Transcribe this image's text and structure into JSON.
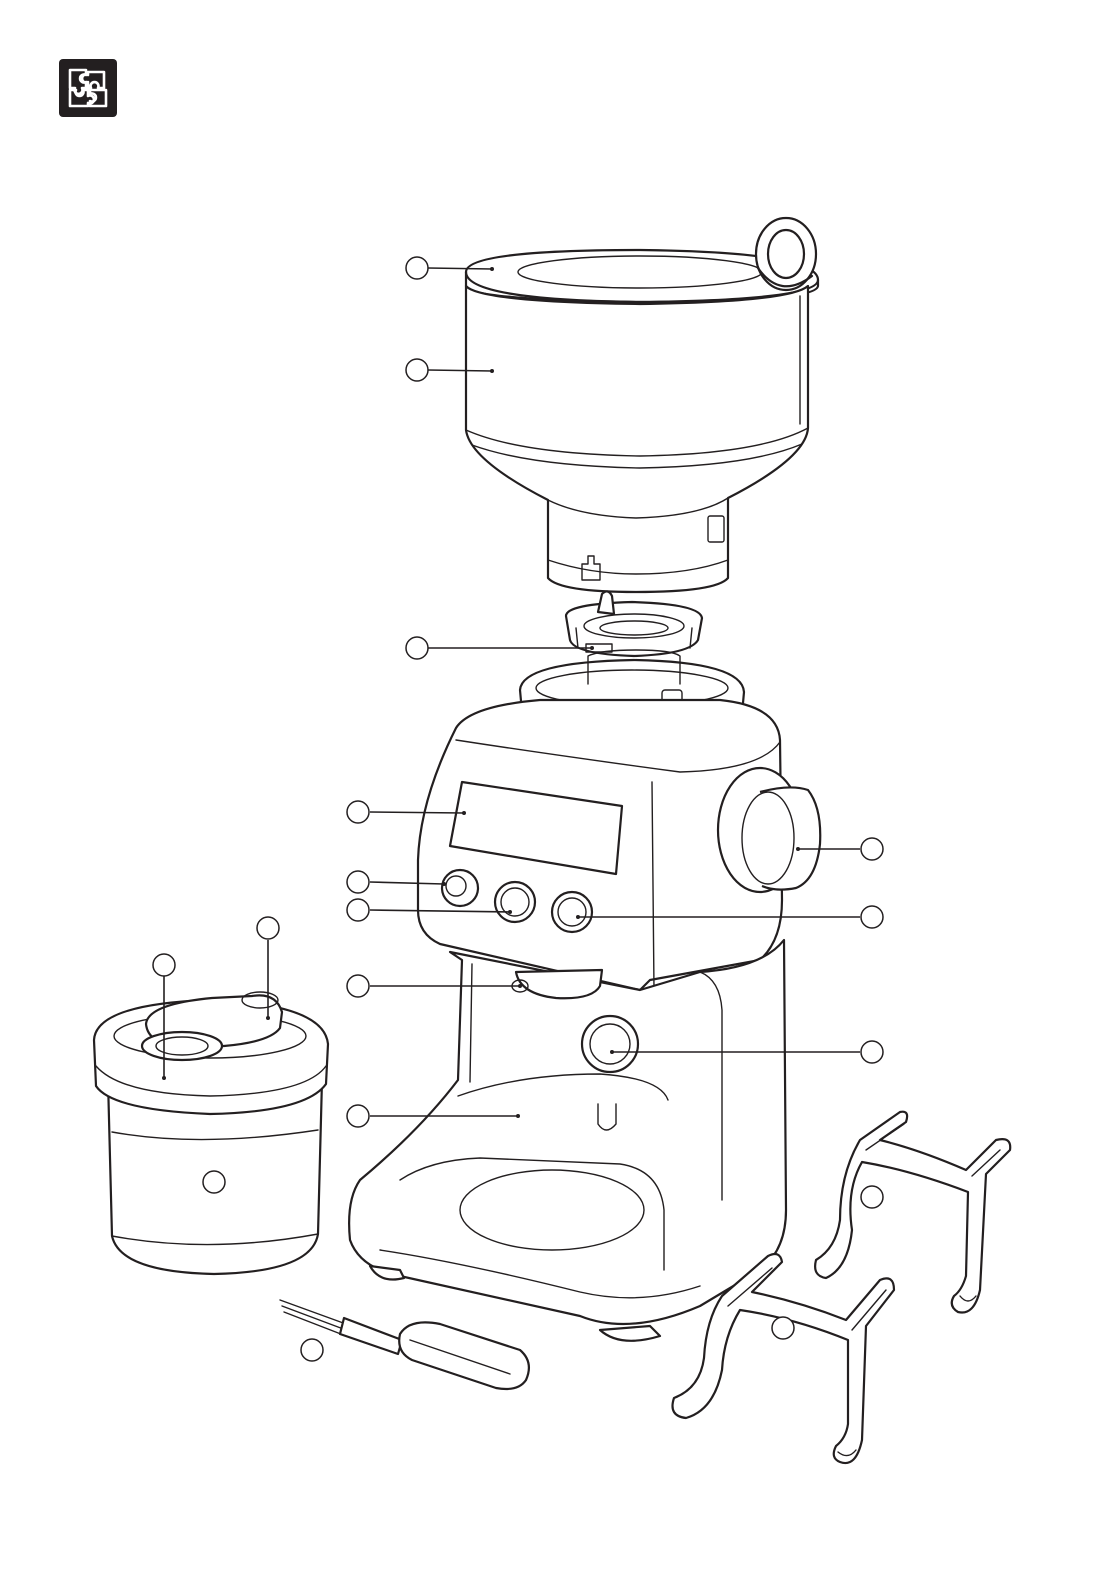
{
  "header_icon": {
    "name": "puzzle-pieces-icon",
    "background": "#231f20",
    "foreground": "#ffffff"
  },
  "diagram": {
    "line_color": "#231f20",
    "parts": [
      "bean-hopper-lid",
      "bean-hopper",
      "upper-burr-carrier",
      "lcd-display",
      "select-dial",
      "start-pause-button",
      "portafilter-cradle",
      "drip-tray",
      "grind-size-dial",
      "grind-amount-button",
      "grind-outlet-button",
      "grinds-container",
      "grinds-container-lid",
      "grinds-container-seal",
      "cleaning-brush",
      "portafilter-cradle-54mm",
      "portafilter-cradle-58mm"
    ],
    "callouts": [
      {
        "id": "callout-1",
        "part": "bean-hopper-lid"
      },
      {
        "id": "callout-2",
        "part": "bean-hopper"
      },
      {
        "id": "callout-3",
        "part": "upper-burr-carrier"
      },
      {
        "id": "callout-4",
        "part": "lcd-display"
      },
      {
        "id": "callout-5",
        "part": "select-dial"
      },
      {
        "id": "callout-6",
        "part": "start-pause-button"
      },
      {
        "id": "callout-7",
        "part": "portafilter-cradle"
      },
      {
        "id": "callout-8",
        "part": "drip-tray"
      },
      {
        "id": "callout-9",
        "part": "grind-size-dial"
      },
      {
        "id": "callout-10",
        "part": "grind-amount-button"
      },
      {
        "id": "callout-11",
        "part": "grind-outlet-button"
      },
      {
        "id": "callout-12",
        "part": "grinds-container-seal"
      },
      {
        "id": "callout-13",
        "part": "grinds-container-lid"
      },
      {
        "id": "callout-14",
        "part": "grinds-container"
      },
      {
        "id": "callout-15",
        "part": "cleaning-brush"
      },
      {
        "id": "callout-16",
        "part": "portafilter-cradle-58mm"
      },
      {
        "id": "callout-17",
        "part": "portafilter-cradle-54mm"
      }
    ]
  }
}
